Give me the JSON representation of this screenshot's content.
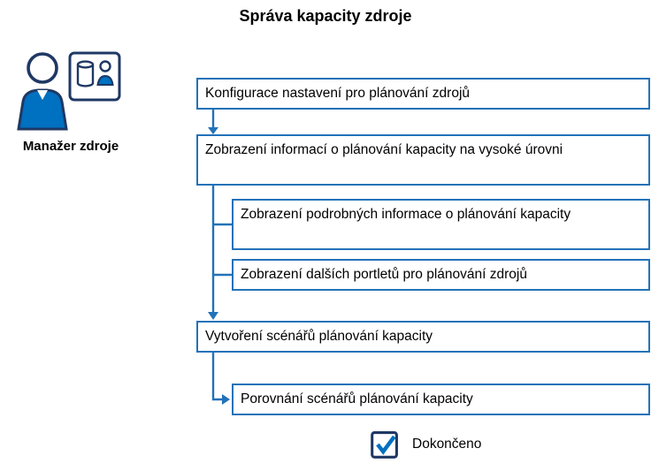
{
  "title": "Správa kapacity zdroje",
  "actor": {
    "label": "Manažer zdroje",
    "icon": "resource-manager-icon"
  },
  "steps": [
    {
      "label": "Konfigurace nastavení pro plánování zdrojů",
      "indent": 0
    },
    {
      "label": "Zobrazení informací o plánování kapacity na vysoké úrovni",
      "indent": 0
    },
    {
      "label": "Zobrazení podrobných informace o plánování kapacity",
      "indent": 1
    },
    {
      "label": "Zobrazení dalších portletů pro plánování zdrojů",
      "indent": 1
    },
    {
      "label": "Vytvoření scénářů plánování kapacity",
      "indent": 0
    },
    {
      "label": "Porovnání scénářů plánování kapacity",
      "indent": 1
    }
  ],
  "footer": {
    "label": "Dokončeno",
    "icon": "checkbox-checked-icon"
  },
  "colors": {
    "box_border": "#2272B8",
    "connector": "#2272B8",
    "icon_outline": "#1F3864",
    "icon_fill": "#0070C0",
    "text": "#000000"
  }
}
